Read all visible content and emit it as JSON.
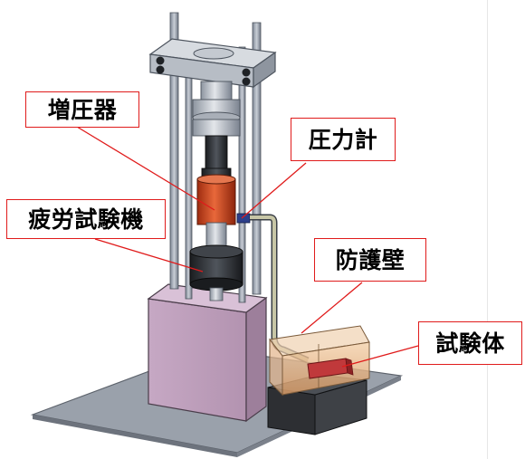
{
  "labels": {
    "intensifier": "増圧器",
    "pressure_gauge": "圧力計",
    "fatigue_machine": "疲労試験機",
    "protective_wall": "防護壁",
    "specimen": "試験体"
  },
  "colors": {
    "leader_line": "#e01b1b",
    "intensifier_body": "#d4461c",
    "base_block": "#c8a9c6",
    "protective_box": "#e9b98e",
    "specimen": "#c0393b"
  }
}
